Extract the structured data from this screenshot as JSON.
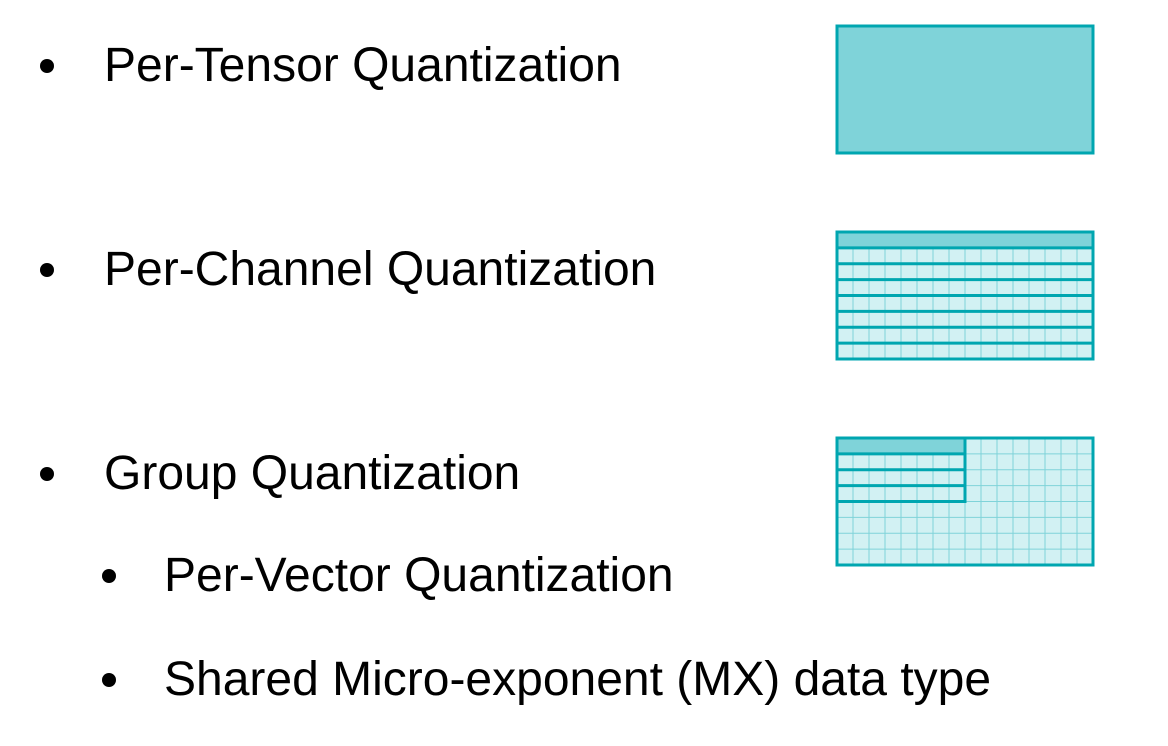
{
  "items": [
    {
      "label": "Per-Tensor Quantization",
      "level": 1,
      "diagram": "per-tensor"
    },
    {
      "label": "Per-Channel Quantization",
      "level": 1,
      "diagram": "per-channel"
    },
    {
      "label": "Group Quantization",
      "level": 1,
      "diagram": "group"
    },
    {
      "label": "Per-Vector Quantization",
      "level": 2
    },
    {
      "label": "Shared Micro-exponent (MX) data type",
      "level": 2
    }
  ],
  "diagrams": {
    "per-tensor": {
      "kind": "solid"
    },
    "per-channel": {
      "kind": "grid",
      "cols": 16,
      "rows": 8,
      "highlight_rows": 1
    },
    "group": {
      "kind": "grid",
      "cols": 16,
      "rows": 8,
      "group_cols": 8,
      "group_rows": 4,
      "highlight_rows": 1
    }
  },
  "colors": {
    "border": "#00A6B0",
    "fill_solid": "#7FD3D9",
    "fill_light": "#D2F1F3",
    "fill_highlight": "#7FD3D9",
    "grid_line": "#7FD3D9"
  }
}
